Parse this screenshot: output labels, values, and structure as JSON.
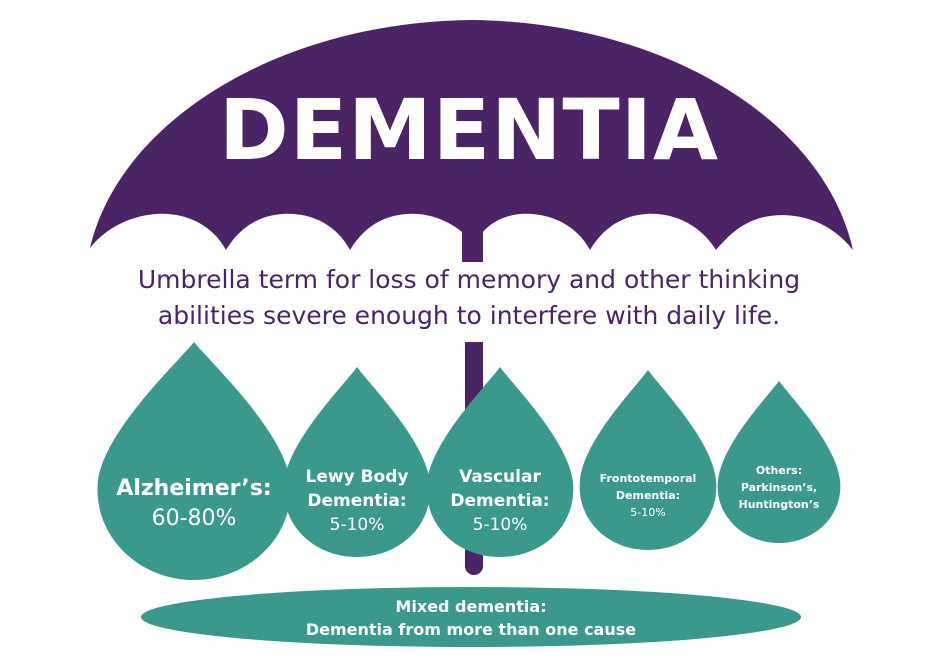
{
  "colors": {
    "umbrella_purple": "#4b2466",
    "drop_teal": "#3a998a",
    "text_white": "#ffffff",
    "background": "#ffffff"
  },
  "umbrella": {
    "title": "DEMENTIA",
    "subtitle_lines": [
      "Umbrella term for loss of memory and other thinking",
      "abilities severe enough to interfere with daily life."
    ]
  },
  "drops": [
    {
      "name": "Alzheimer's",
      "label": "Alzheimer’s:",
      "percent": "60-80%"
    },
    {
      "name": "Lewy Body Dementia",
      "label_lines": [
        "Lewy Body",
        "Dementia:"
      ],
      "percent": "5-10%"
    },
    {
      "name": "Vascular Dementia",
      "label_lines": [
        "Vascular",
        "Dementia:"
      ],
      "percent": "5-10%"
    },
    {
      "name": "Frontotemporal Dementia",
      "label_lines": [
        "Frontotemporal",
        "Dementia:"
      ],
      "percent": "5-10%"
    },
    {
      "name": "Others",
      "label_lines": [
        "Others:",
        "Parkinson’s,",
        "Huntington’s"
      ]
    }
  ],
  "mixed": {
    "title": "Mixed dementia:",
    "description": "Dementia from more than one cause"
  }
}
